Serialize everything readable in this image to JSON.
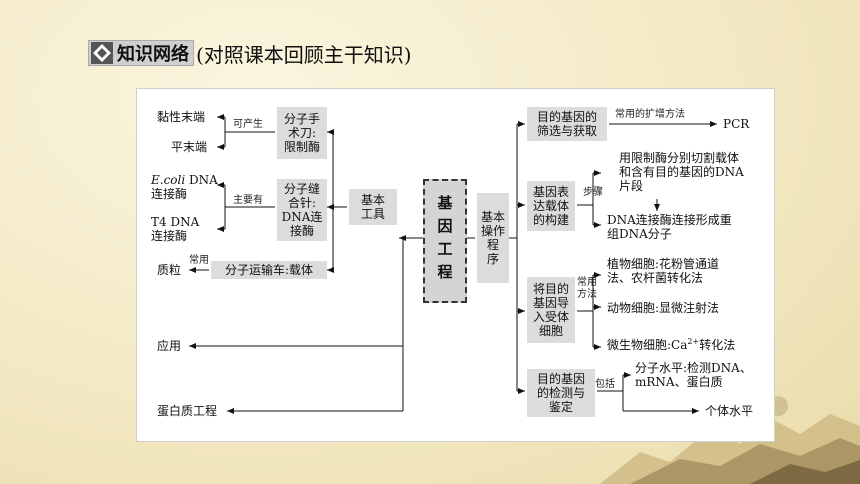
{
  "header": {
    "badge": "知识网络",
    "subtitle": "(对照课本回顾主干知识)"
  },
  "core": "基因工程",
  "left": {
    "tools_box": "基本\n工具",
    "tool1_box": "分子手\n术刀:\n限制酶",
    "tool1_edge": "可产生",
    "tool1_out1": "黏性末端",
    "tool1_out2": "平末端",
    "tool2_box": "分子缝\n合针:\nDNA连\n接酶",
    "tool2_edge": "主要有",
    "tool2_out1_italic": "E.coli",
    "tool2_out1_rest": " DNA\n连接酶",
    "tool2_out2": "T4 DNA\n连接酶",
    "tool3_box": "分子运输车:载体",
    "tool3_edge": "常用",
    "tool3_out": "质粒",
    "app": "应用",
    "protein": "蛋白质工程"
  },
  "right": {
    "procedure_box": "基本\n操作程\n序",
    "step1_box": "目的基因的\n筛选与获取",
    "step1_edge": "常用的扩增方法",
    "step1_out": "PCR",
    "step2_box": "基因表\n达载体\n的构建",
    "step2_edge": "步骤",
    "step2_out1": "用限制酶分别切割载体\n和含有目的基因的DNA\n片段",
    "step2_out2": "DNA连接酶连接形成重\n组DNA分子",
    "step3_box": "将目的\n基因导\n入受体\n细胞",
    "step3_edge": "常用\n方法",
    "step3_out1": "植物细胞:花粉管通道\n法、农杆菌转化法",
    "step3_out2": "动物细胞:显微注射法",
    "step3_out3_a": "微生物细胞:Ca",
    "step3_out3_sup": "2+",
    "step3_out3_b": "转化法",
    "step4_box": "目的基因\n的检测与\n鉴定",
    "step4_edge": "包括",
    "step4_out1": "分子水平:检测DNA、\nmRNA、蛋白质",
    "step4_out2": "个体水平"
  }
}
